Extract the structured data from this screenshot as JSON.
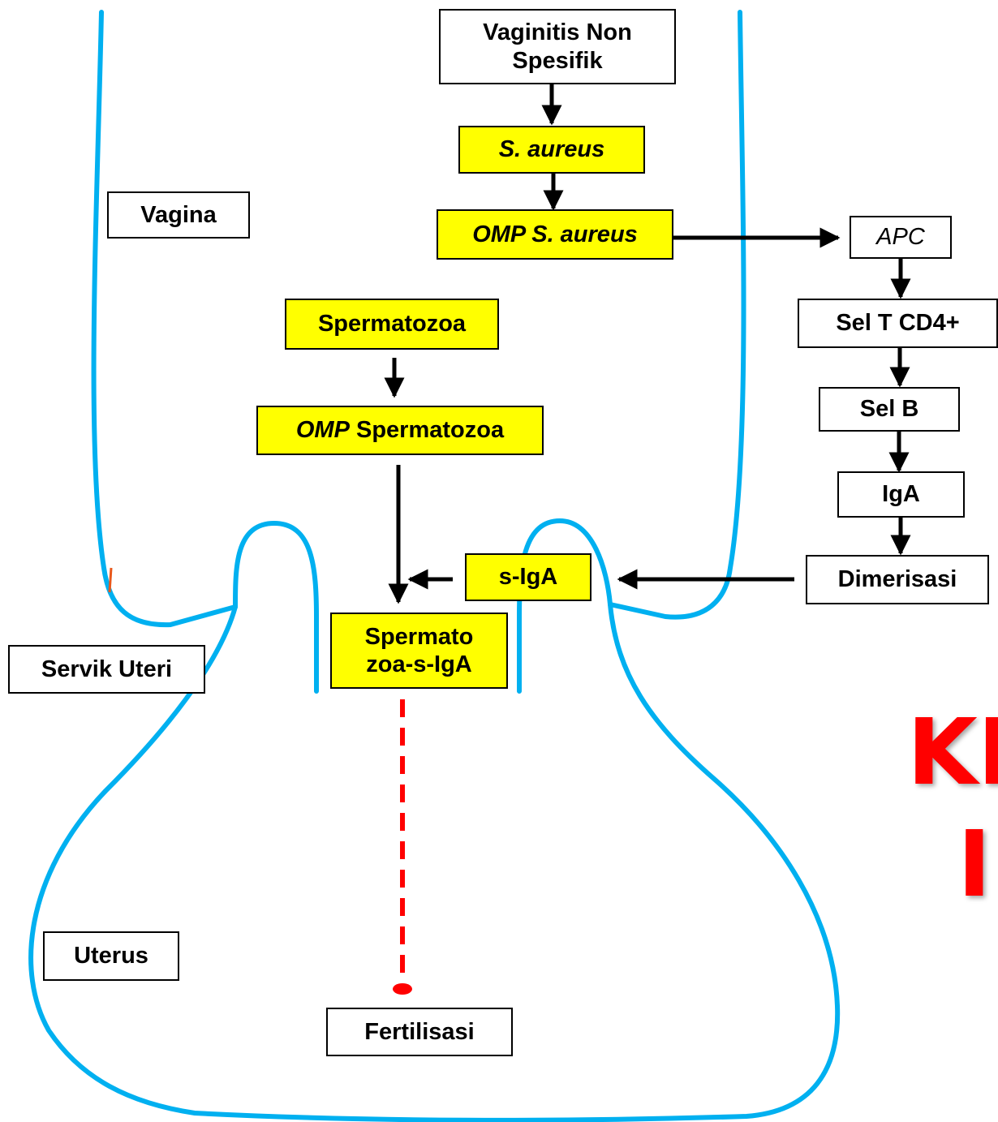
{
  "labels": {
    "vaginitis_line1": "Vaginitis Non",
    "vaginitis_line2": "Spesifik",
    "s_aureus": "S. aureus",
    "omp_s_aureus": "OMP S. aureus",
    "apc": "APC",
    "sel_t": "Sel T CD4+",
    "sel_b": "Sel B",
    "iga": "IgA",
    "dimerisasi": "Dimerisasi",
    "vagina": "Vagina",
    "spermatozoa": "Spermatozoa",
    "omp_spermatozoa_italic": "OMP",
    "omp_spermatozoa_rest": " Spermatozoa",
    "s_iga": "s-IgA",
    "spermato_line1": "Spermato",
    "spermato_line2": "zoa-s-IgA",
    "servik": "Servik Uteri",
    "uterus": "Uterus",
    "fertilisasi": "Fertilisasi"
  },
  "overlay_text": {
    "line1": "KE",
    "line2": "I"
  },
  "colors": {
    "outline": "#00b0f0",
    "highlight_box": "#ffff00",
    "block_line": "#ff0000",
    "overlay_text": "#ff0000"
  }
}
